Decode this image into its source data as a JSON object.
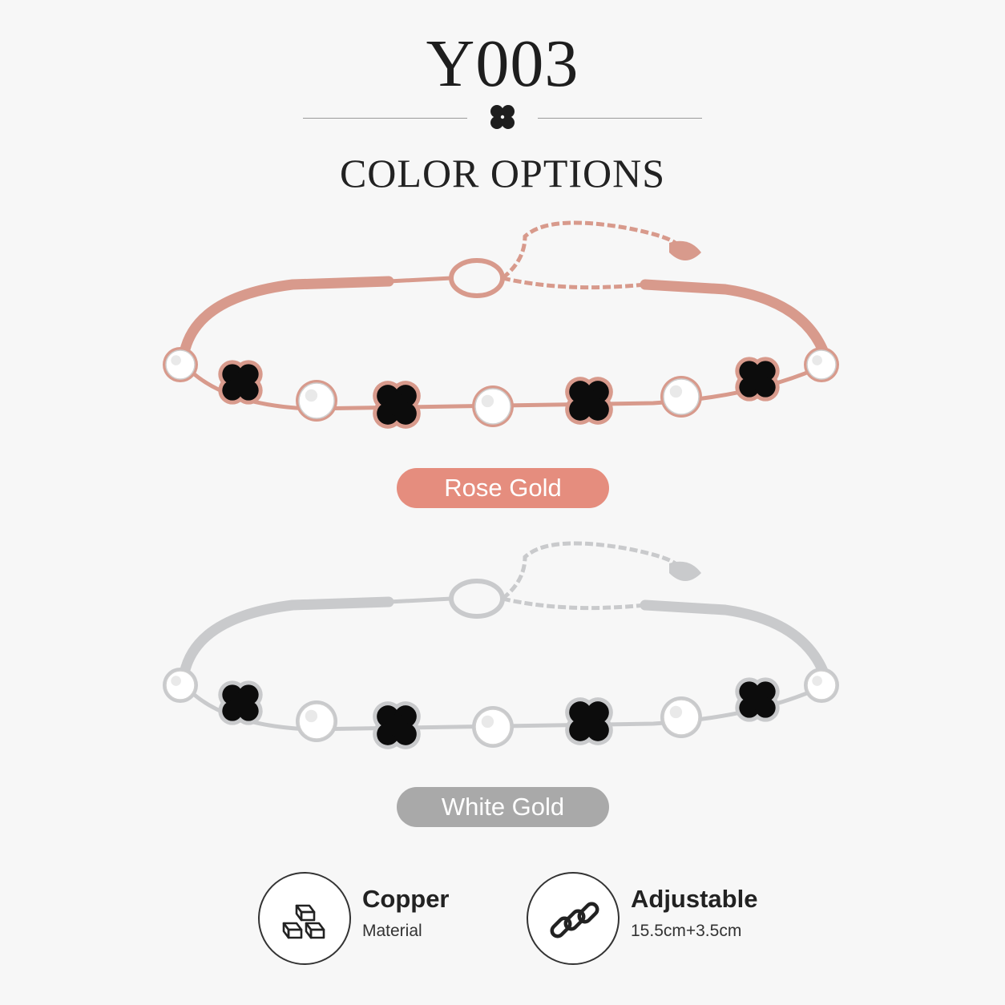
{
  "header": {
    "title": "Y003",
    "subtitle": "COLOR OPTIONS"
  },
  "variants": [
    {
      "label": "Rose Gold",
      "metal_color": "#d89a8c",
      "badge_color": "#e58d7e"
    },
    {
      "label": "White Gold",
      "metal_color": "#c9cacc",
      "badge_color": "#a9a9a9"
    }
  ],
  "features": [
    {
      "title": "Copper",
      "subtitle": "Material",
      "icon": "gold-bars-icon"
    },
    {
      "title": "Adjustable",
      "subtitle": "15.5cm+3.5cm",
      "icon": "chain-link-icon"
    }
  ],
  "colors": {
    "background": "#f7f7f7",
    "clover_stone": "#0c0c0c",
    "text": "#222222"
  }
}
